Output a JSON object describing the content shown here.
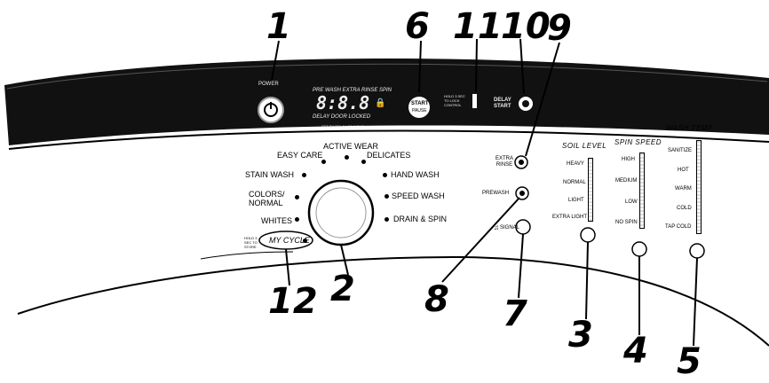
{
  "top_panel": {
    "power_label": "POWER",
    "display_digits": "8:8.8",
    "display_top_labels": "PRE WASH EXTRA RINSE SPIN",
    "display_bottom_labels": "DELAY   DOOR LOCKED",
    "display_small_text": "SET BY DELAY OR DONE",
    "start_label": "START",
    "pause_label": "PAUSE",
    "lock_text": "HOLD 3 SEC TO LOCK CONTROL",
    "delay_start_label": "DELAY START"
  },
  "cycle_dial": {
    "cycles": [
      "ACTIVE WEAR",
      "EASY CARE",
      "DELICATES",
      "STAIN WASH",
      "HAND WASH",
      "COLORS/ NORMAL",
      "SPEED WASH",
      "WHITES",
      "DRAIN & SPIN"
    ],
    "my_cycle_label": "MY CYCLE",
    "my_cycle_hint": "HOLD 3 SEC TO STORE"
  },
  "option_buttons": {
    "extra_rinse": "EXTRA RINSE",
    "prewash": "PREWASH",
    "signal": "SIGNAL"
  },
  "soil_level": {
    "title": "SOIL LEVEL",
    "levels": [
      "HEAVY",
      "NORMAL",
      "LIGHT",
      "EXTRA LIGHT"
    ]
  },
  "spin_speed": {
    "title": "SPIN SPEED",
    "levels": [
      "HIGH",
      "MEDIUM",
      "LOW",
      "NO SPIN"
    ]
  },
  "wash_temp": {
    "title": "WASH TEMP",
    "levels": [
      "SANITIZE",
      "HOT",
      "WARM",
      "COLD",
      "TAP COLD"
    ]
  },
  "callouts": [
    "1",
    "6",
    "11",
    "10",
    "9",
    "8",
    "7",
    "3",
    "4",
    "5",
    "2",
    "12"
  ]
}
